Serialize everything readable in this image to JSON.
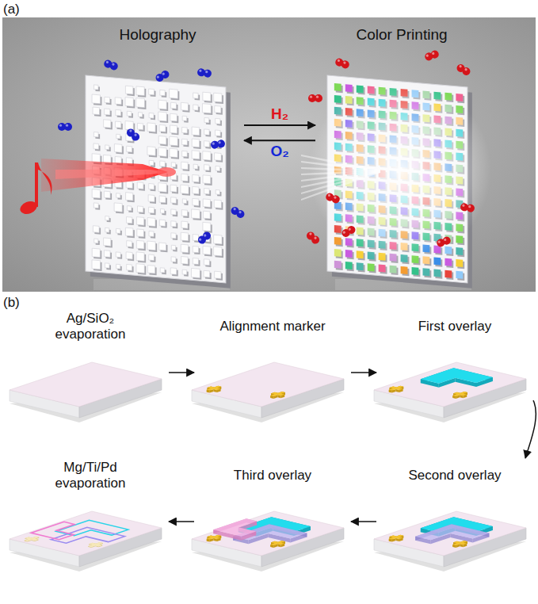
{
  "diagram": {
    "nodes": [
      {
        "text": [
          "Holography"
        ]
      },
      {
        "text": [
          "Color Printing"
        ]
      },
      {
        "text": [
          "Ag/SiO₂ evaporation"
        ]
      },
      {
        "text": [
          "Alignment marker"
        ]
      },
      {
        "text": [
          "First overlay"
        ]
      },
      {
        "text": [
          "Second overlay"
        ]
      },
      {
        "text": [
          "Third overlay"
        ]
      },
      {
        "text": [
          "Mg/Ti/Pd evaporation"
        ]
      }
    ],
    "edges": [
      {
        "from": 0,
        "to": 1,
        "label": "H₂",
        "arrow": "to"
      },
      {
        "from": 1,
        "to": 0,
        "label": "O₂",
        "arrow": "to"
      },
      {
        "from": 2,
        "to": 3,
        "arrow": "to"
      },
      {
        "from": 3,
        "to": 4,
        "arrow": "to"
      },
      {
        "from": 4,
        "to": 5,
        "arrow": "to"
      },
      {
        "from": 5,
        "to": 6,
        "arrow": "to"
      },
      {
        "from": 6,
        "to": 7,
        "arrow": "to"
      }
    ],
    "labels": [
      "(a)",
      "(b)"
    ]
  }
}
